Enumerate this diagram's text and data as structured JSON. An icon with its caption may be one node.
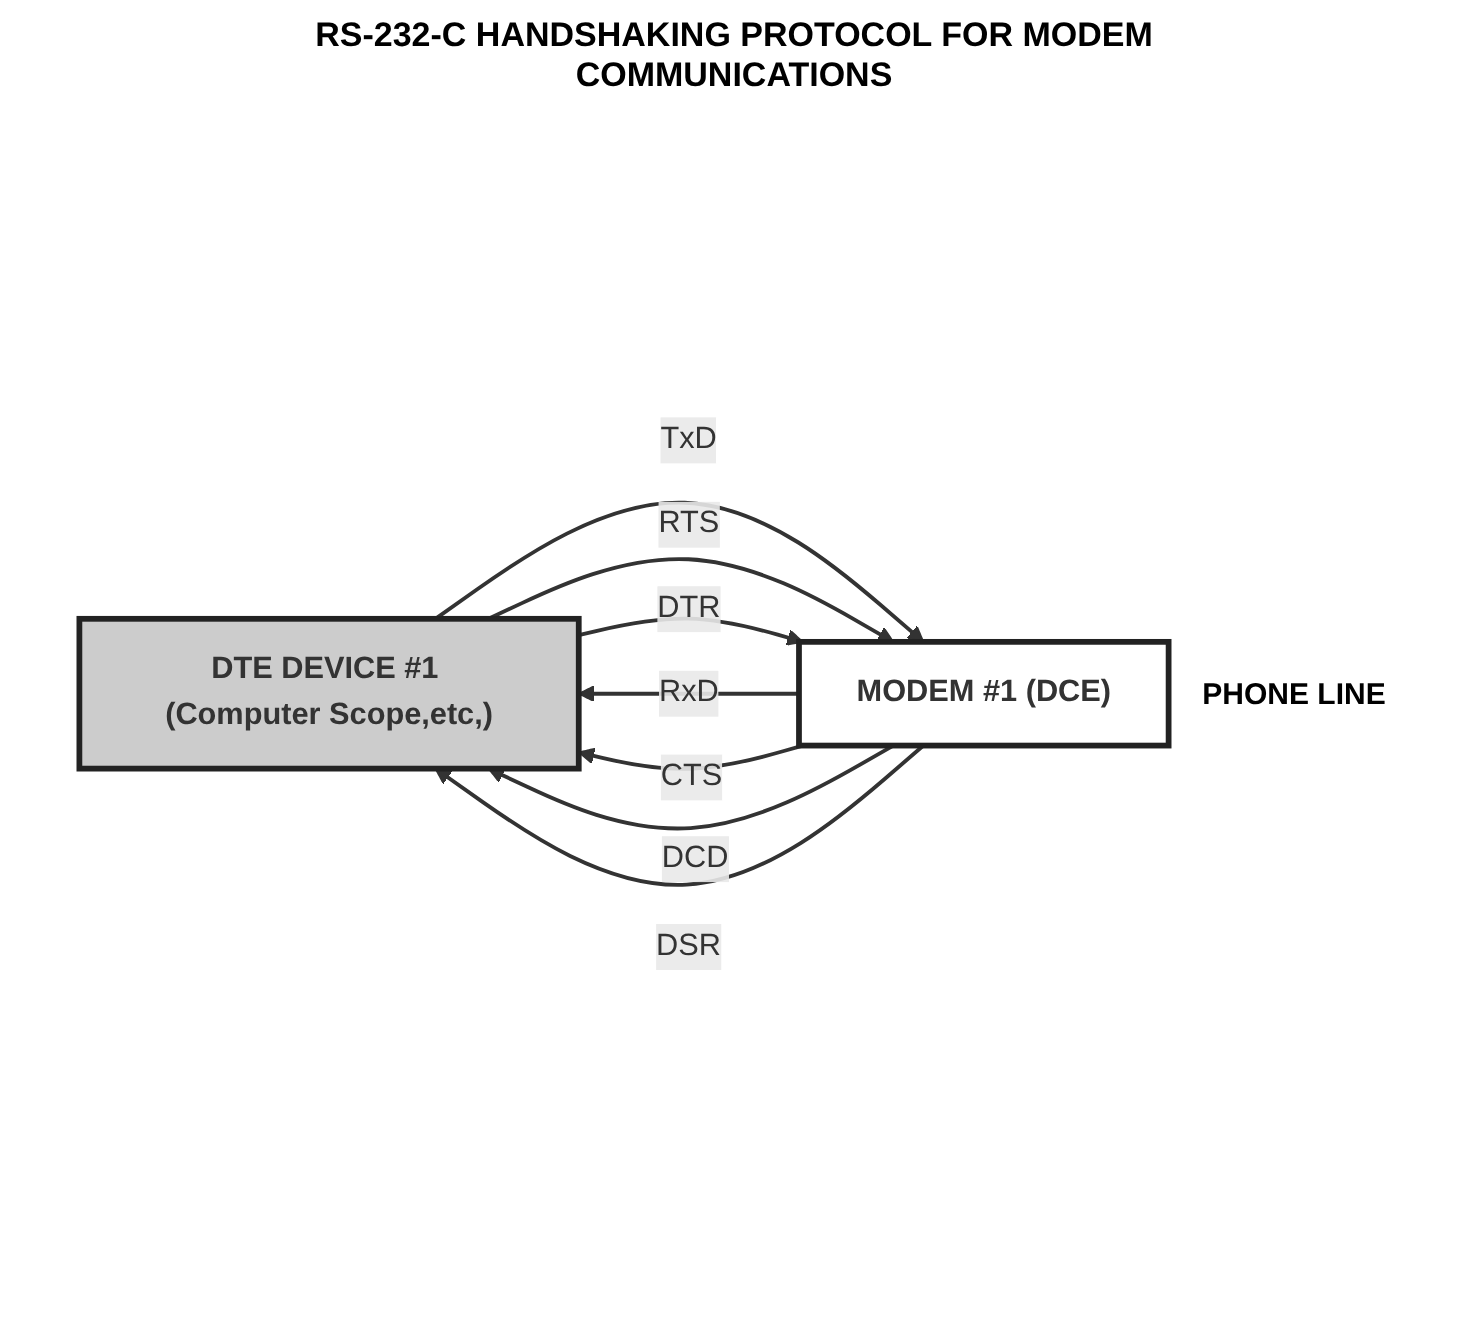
{
  "diagram": {
    "title": "RS-232-C HANDSHAKING PROTOCOL FOR MODEM COMMUNICATIONS",
    "nodes": [
      {
        "text": [
          "DTE DEVICE #1 (Computer Scope,etc,)"
        ]
      },
      {
        "text": [
          "MODEM #1 (DCE)"
        ]
      }
    ],
    "edges": [
      {
        "from": 0,
        "to": 1,
        "arrow": "to",
        "label": "TxD"
      },
      {
        "from": 1,
        "to": 0,
        "arrow": "to",
        "label": "RxD"
      },
      {
        "from": 0,
        "to": 1,
        "arrow": "to",
        "label": "RTS"
      },
      {
        "from": 1,
        "to": 0,
        "arrow": "to",
        "label": "CTS"
      },
      {
        "from": 1,
        "to": 0,
        "arrow": "to",
        "label": "DCD"
      },
      {
        "from": 0,
        "to": 1,
        "arrow": "to",
        "label": "DTR"
      },
      {
        "from": 1,
        "to": 0,
        "arrow": "to",
        "label": "DSR"
      }
    ],
    "labels": [
      "PHONE LINE"
    ]
  }
}
